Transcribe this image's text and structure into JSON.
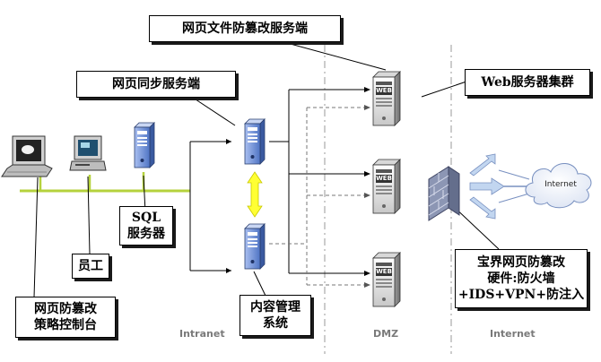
{
  "labels": {
    "tamper_server": "网页文件防篡改服务端",
    "sync_server": "网页同步服务端",
    "web_cluster": "Web服务器集群",
    "sql_server": "SQL\n服务器",
    "employee": "员工",
    "policy_console": "网页防篡改\n策略控制台",
    "cms": "内容管理\n系统",
    "hardware": "宝界网页防篡改\n硬件:防火墙\n+IDS+VPN+防注入"
  },
  "zones": {
    "intranet": "Intranet",
    "dmz": "DMZ",
    "internet": "Internet"
  },
  "icons": {
    "server_badge": "WEB",
    "cloud_label": "Internet"
  },
  "colors": {
    "lan_line": "#b5d23c",
    "link_arrow": "#ffff33",
    "server_blue": "#4f74c4",
    "firewall": "#8c96b4",
    "dashed": "#777777"
  }
}
